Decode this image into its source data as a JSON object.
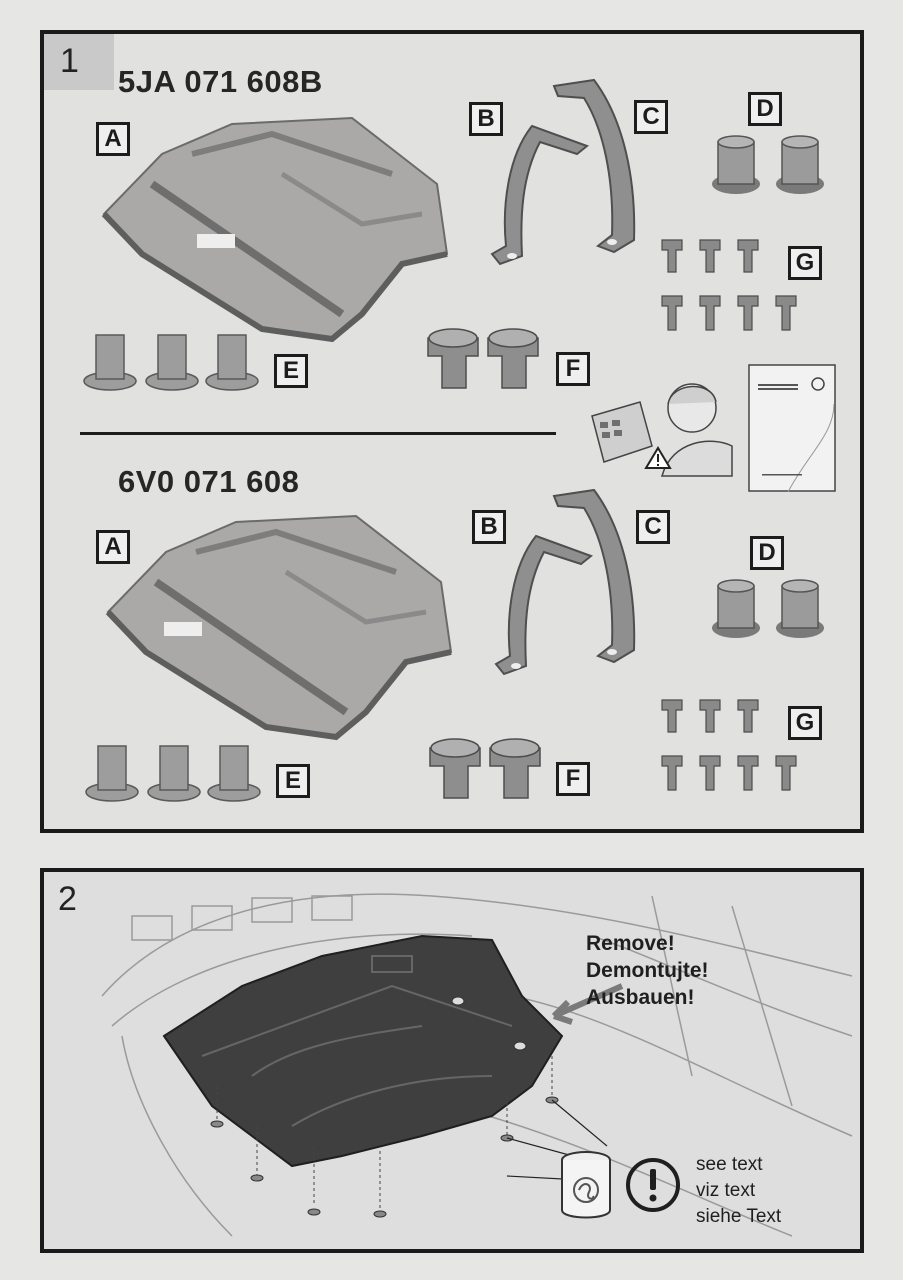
{
  "step1": {
    "number": "1",
    "kit1": {
      "part_number": "5JA 071 608B",
      "labels": {
        "A": "A",
        "B": "B",
        "C": "C",
        "D": "D",
        "E": "E",
        "F": "F",
        "G": "G"
      }
    },
    "kit2": {
      "part_number": "6V0 071 608",
      "labels": {
        "A": "A",
        "B": "B",
        "C": "C",
        "D": "D",
        "E": "E",
        "F": "F",
        "G": "G"
      }
    },
    "icons": [
      "read-manual-icon",
      "warning-icon",
      "document-icon"
    ]
  },
  "step2": {
    "number": "2",
    "callout": {
      "line1": "Remove!",
      "line2": "Demontujte!",
      "line3": "Ausbauen!"
    },
    "note": {
      "line1": "see text",
      "line2": "viz text",
      "line3": "siehe Text"
    },
    "icons": [
      "grease-jar-icon",
      "exclamation-icon"
    ]
  }
}
